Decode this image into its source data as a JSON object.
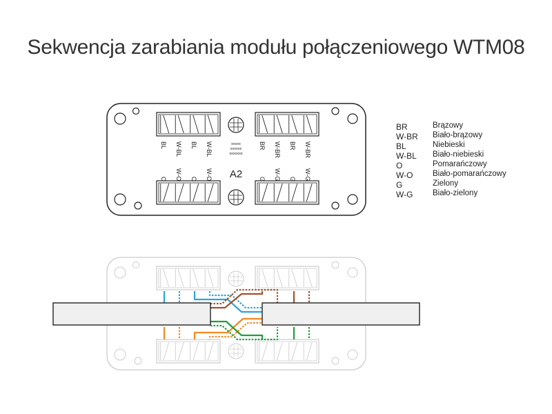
{
  "title": "Sekwencja zarabiania modułu połączeniowego WTM08",
  "module": {
    "name": "A2",
    "marks": [
      "xxxxx",
      "xxxxxx",
      "xxxxxxx"
    ],
    "top_left_labels": [
      "BL",
      "W-BL",
      "BL",
      "W-BL"
    ],
    "top_right_labels": [
      "BR",
      "W-BR",
      "BR",
      "W-BR"
    ],
    "bottom_left_labels": [
      "O",
      "W-O",
      "O",
      "W-O"
    ],
    "bottom_right_labels": [
      "G",
      "W-G",
      "G",
      "W-G"
    ]
  },
  "legend": [
    {
      "code": "BR",
      "name": "Brązowy"
    },
    {
      "code": "W-BR",
      "name": "Biało-brązowy"
    },
    {
      "code": "BL",
      "name": "Niebieski"
    },
    {
      "code": "W-BL",
      "name": "Biało-niebieski"
    },
    {
      "code": "O",
      "name": "Pomarańczowy"
    },
    {
      "code": "W-O",
      "name": "Biało-pomarańczowy"
    },
    {
      "code": "G",
      "name": "Zielony"
    },
    {
      "code": "W-G",
      "name": "Biało-zielony"
    }
  ],
  "colors": {
    "blue": "#2aa6d8",
    "brown": "#a0522d",
    "orange": "#f08a24",
    "green": "#1e9e3a",
    "outline": "#222222",
    "faded": "#cccccc"
  }
}
